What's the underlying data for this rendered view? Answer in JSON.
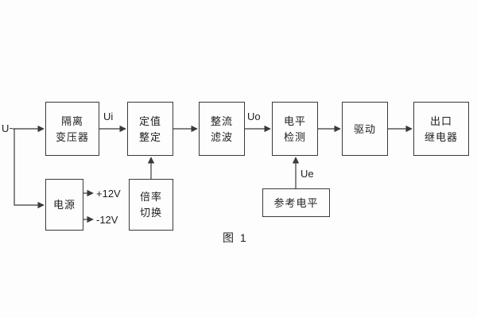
{
  "caption": "图 1",
  "signals": {
    "input": "U~",
    "ui": "Ui",
    "uo": "Uo",
    "ue": "Ue",
    "plus12": "+12V",
    "minus12": "-12V"
  },
  "blocks": {
    "isolation_transformer": {
      "line1": "隔离",
      "line2": "变压器"
    },
    "setpoint_setting": {
      "line1": "定值",
      "line2": "整定"
    },
    "rectifier_filter": {
      "line1": "整流",
      "line2": "滤波"
    },
    "level_detection": {
      "line1": "电平",
      "line2": "检测"
    },
    "driver": {
      "line1": "驱动"
    },
    "output_relay": {
      "line1": "出口",
      "line2": "继电器"
    },
    "power_supply": {
      "line1": "电源"
    },
    "ratio_switch": {
      "line1": "倍率",
      "line2": "切换"
    },
    "reference_level": {
      "line1": "参考电平"
    }
  }
}
